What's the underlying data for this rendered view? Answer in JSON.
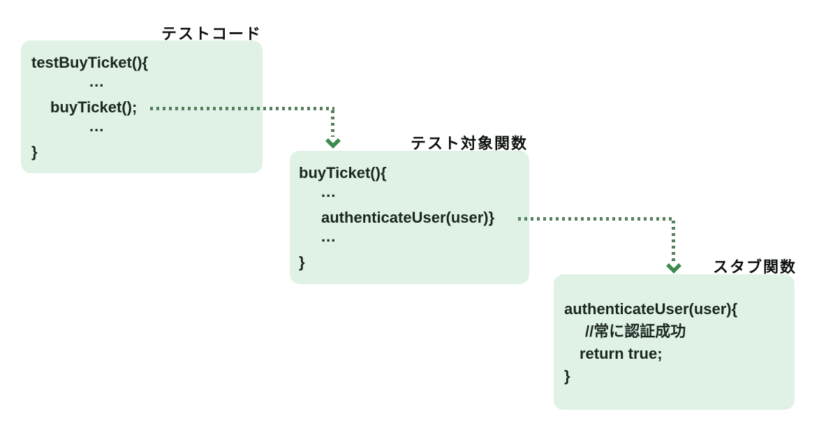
{
  "colors": {
    "box_fill": "#dff2e5",
    "arrow_dots": "#567f5f",
    "arrow_head": "#3c8b4e",
    "code_text": "#1b2620",
    "label_text": "#0d120e",
    "background": "#ffffff"
  },
  "boxes": {
    "test_code": {
      "label": "テストコード",
      "lines": [
        "testBuyTicket(){",
        "...",
        "buyTicket();",
        "...",
        "}"
      ]
    },
    "target_function": {
      "label": "テスト対象関数",
      "lines": [
        "buyTicket(){",
        "...",
        "authenticateUser(user)}",
        "...",
        "}"
      ]
    },
    "stub_function": {
      "label": "スタブ関数",
      "lines": [
        "authenticateUser(user){",
        "//常に認証成功",
        "return true;",
        "}"
      ]
    }
  }
}
